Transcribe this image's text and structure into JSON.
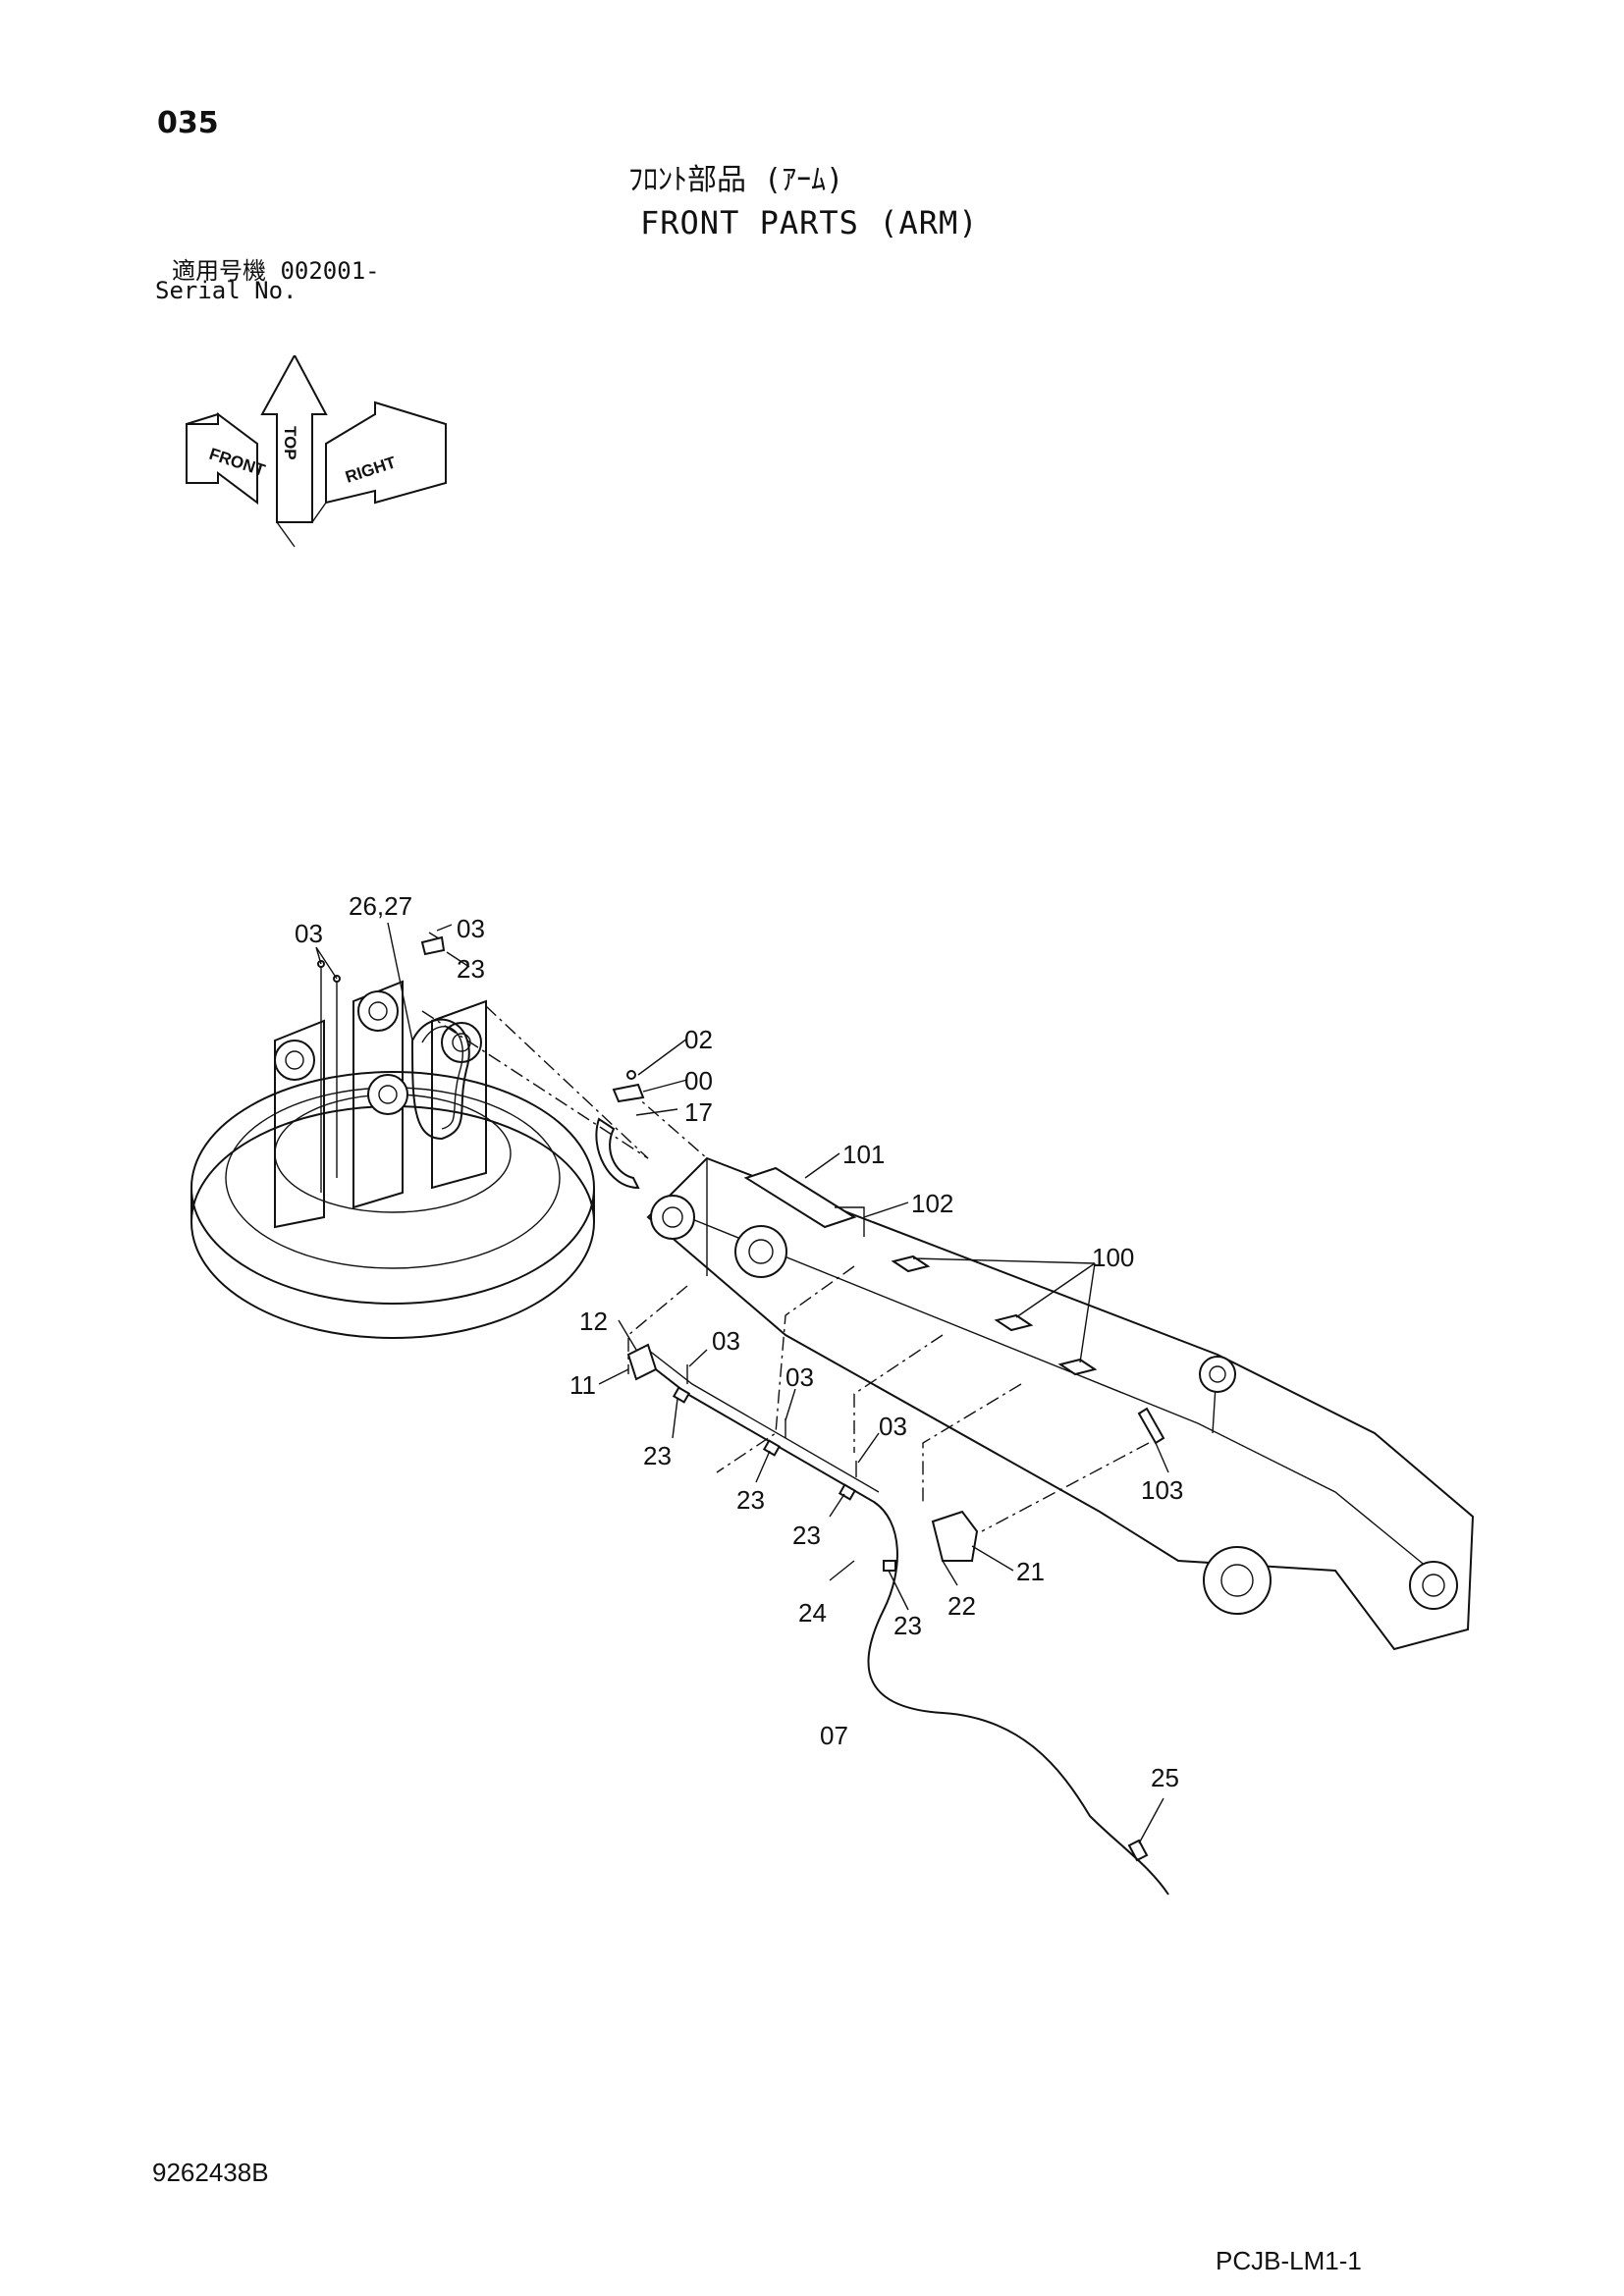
{
  "page": {
    "number": "035",
    "title_jp": "ﾌﾛﾝﾄ部品 (ｱｰﾑ)",
    "title_en": "FRONT PARTS (ARM)",
    "serial_jp": "適用号機  002001-",
    "serial_en": "Serial No.",
    "drawing_number": "9262438B",
    "page_code": "PCJB-LM1-1"
  },
  "orientation": {
    "labels": [
      "FRONT",
      "TOP",
      "RIGHT"
    ],
    "icon": "orientation-arrows-icon"
  },
  "callouts": {
    "c_03_a": "03",
    "c_26_27": "26,27",
    "c_03_b": "03",
    "c_23_a": "23",
    "c_02": "02",
    "c_00": "00",
    "c_17": "17",
    "c_101": "101",
    "c_102": "102",
    "c_100": "100",
    "c_12": "12",
    "c_03_c": "03",
    "c_11": "11",
    "c_03_d": "03",
    "c_23_b": "23",
    "c_03_e": "03",
    "c_23_c": "23",
    "c_103": "103",
    "c_23_d": "23",
    "c_21": "21",
    "c_24": "24",
    "c_23_e": "23",
    "c_22": "22",
    "c_07": "07",
    "c_25": "25"
  }
}
